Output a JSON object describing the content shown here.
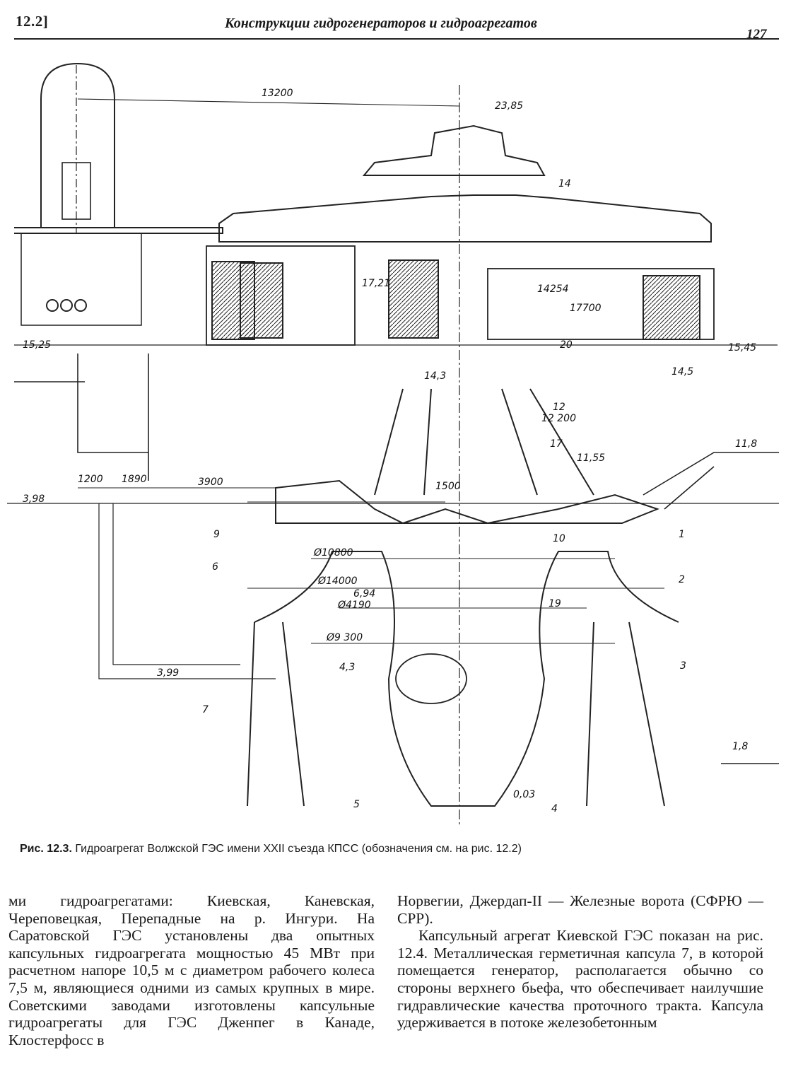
{
  "header": {
    "section": "12.2]",
    "running_title": "Конструкции гидрогенераторов и гидроагрегатов",
    "page_number": "127"
  },
  "figure": {
    "dimensions": {
      "d13200": "13200",
      "d1200": "1200",
      "d1890": "1890",
      "d3900": "3900",
      "d1500": "1500",
      "d14254": "14254",
      "d17700": "17700",
      "d12200": "12 200",
      "d10800": "Ø10800",
      "d14000": "Ø14000",
      "d4190": "Ø4190",
      "d9300": "Ø9 300"
    },
    "elevations": {
      "e2385": "23,85",
      "e1525": "15,25",
      "e1721": "17,21",
      "e143": "14,3",
      "e1545": "15,45",
      "e145": "14,5",
      "e118": "11,8",
      "e1155": "11,55",
      "e398": "3,98",
      "e694": "6,94",
      "e399": "3,99",
      "e43": "4,3",
      "e18": "1,8",
      "e003": "0,03"
    },
    "callouts": {
      "n1": "1",
      "n2": "2",
      "n3": "3",
      "n4": "4",
      "n5": "5",
      "n6": "6",
      "n7": "7",
      "n9": "9",
      "n10": "10",
      "n12": "12",
      "n14": "14",
      "n17": "17",
      "n19": "19",
      "n20": "20"
    },
    "caption": {
      "label": "Рис. 12.3.",
      "text": "Гидроагрегат Волжской ГЭС имени XXII съезда КПСС (обозначения см. на рис. 12.2)"
    }
  },
  "body": {
    "left_column": "ми гидроагрегатами: Киевская, Каневская, Череповецкая, Перепадные на р. Ингури. На Саратовской ГЭС установлены два опытных капсульных гидроагрегата мощностью 45 МВт при расчетном напоре 10,5 м с диаметром рабочего колеса 7,5 м, являющиеся одними из самых крупных в мире. Советскими заводами изготовлены капсульные гидроагрегаты для ГЭС Дженпег в Канаде, Клостерфосс в",
    "right_column_p1": "Норвегии, Джердап-II — Железные ворота (СФРЮ — СРР).",
    "right_column_p2": "Капсульный агрегат Киевской ГЭС показан на рис. 12.4. Металлическая герметичная капсула 7, в которой помещается генератор, располагается обычно со стороны верхнего бьефа, что обеспечивает наилучшие гидравлические качества проточного тракта. Капсула удерживается в потоке железобетонным"
  }
}
